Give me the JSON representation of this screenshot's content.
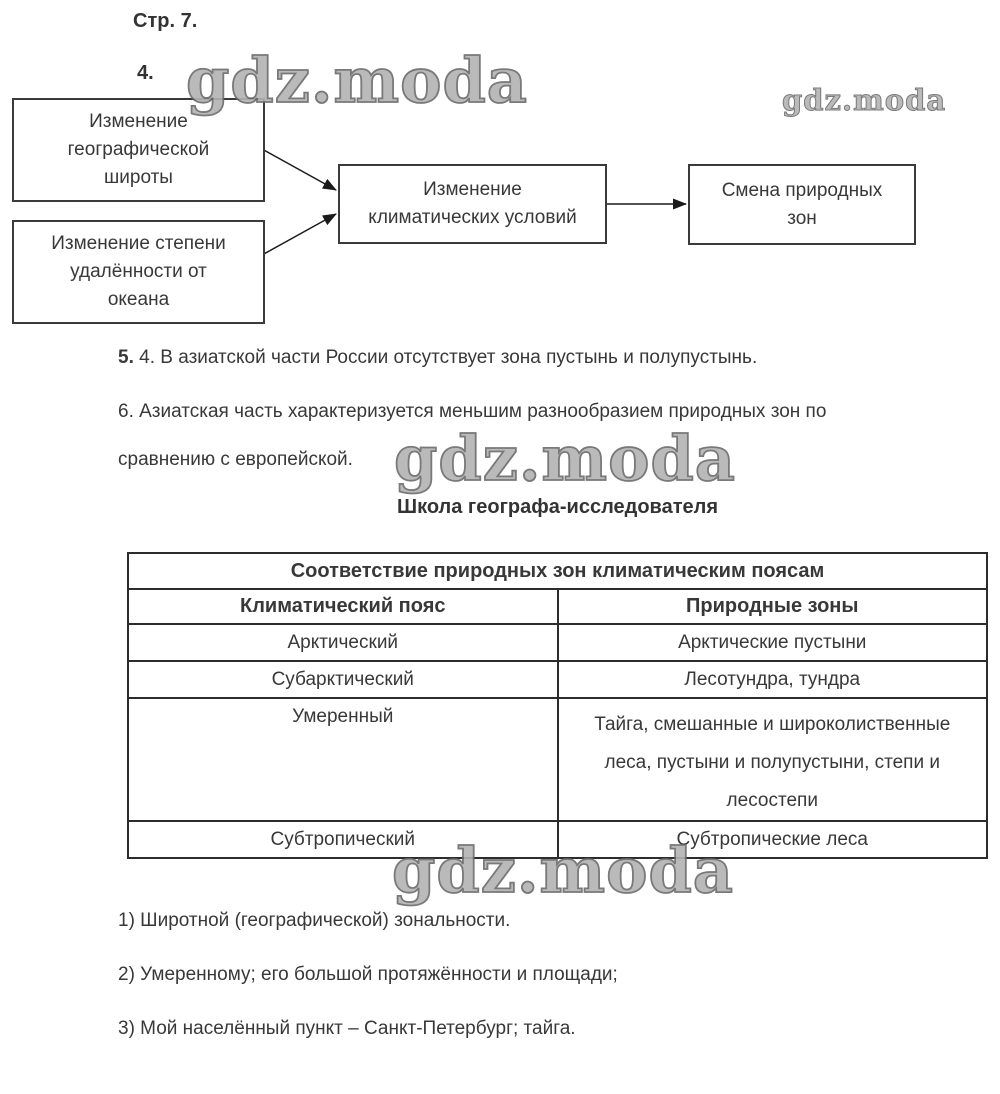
{
  "colors": {
    "text": "#383838",
    "border": "#2c2c2c",
    "watermark_fill": "#b3b3b3",
    "watermark_stroke": "#6b6b6b"
  },
  "page_header": {
    "page_label": "Стр. 7.",
    "item_label": "4."
  },
  "watermark": {
    "text": "gdz.moda"
  },
  "flowchart": {
    "box_latitude": "Изменение географической широты",
    "box_ocean": "Изменение степени удалённости от океана",
    "box_climate": "Изменение климатических условий",
    "box_zones": "Смена природных зон"
  },
  "answers": {
    "a5_num": "5.",
    "a5_text": " 4. В азиатской части России отсутствует зона пустынь и полупустынь.",
    "a6_line1": "6. Азиатская часть характеризуется меньшим разнообразием природных зон по",
    "a6_line2": "сравнению с европейской."
  },
  "section": {
    "heading": "Школа географа-исследователя"
  },
  "table": {
    "title": "Соответствие природных зон климатическим поясам",
    "col_headers": [
      "Климатический пояс",
      "Природные зоны"
    ],
    "rows": [
      {
        "belt": "Арктический",
        "zones": "Арктические пустыни"
      },
      {
        "belt": "Субарктический",
        "zones": "Лесотундра, тундра"
      },
      {
        "belt": "Умеренный",
        "zones": "Тайга, смешанные и широколиственные леса, пустыни и полупустыни, степи и лесостепи"
      },
      {
        "belt": "Субтропический",
        "zones": "Субтропические леса"
      }
    ]
  },
  "bottom_answers": {
    "a1": "1) Широтной (географической) зональности.",
    "a2": "2) Умеренному; его большой протяжённости и площади;",
    "a3": "3) Мой населённый пункт – Санкт-Петербург; тайга."
  }
}
